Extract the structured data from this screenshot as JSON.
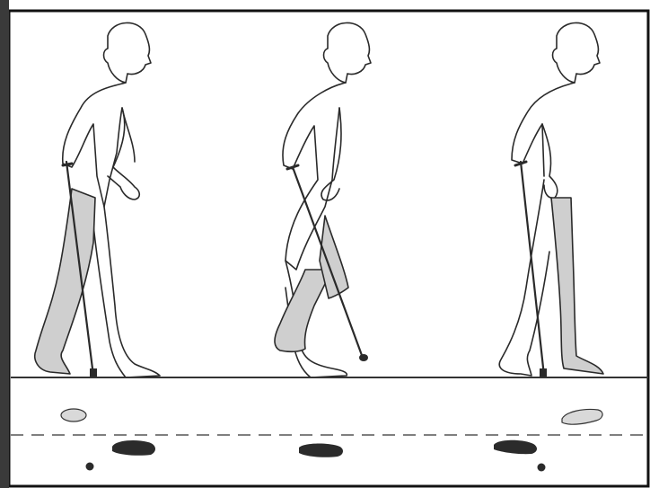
{
  "figure": {
    "description_visible_text": "",
    "colors": {
      "line": "#2a2a2a",
      "affected_leg_fill": "#cfcfcf",
      "footprint_dark": "#2b2b2b",
      "footprint_light": "#d9d9d9",
      "border": "#111111",
      "background": "#ffffff"
    },
    "stages": [
      {
        "id": "stage-1"
      },
      {
        "id": "stage-2"
      },
      {
        "id": "stage-3"
      }
    ]
  }
}
